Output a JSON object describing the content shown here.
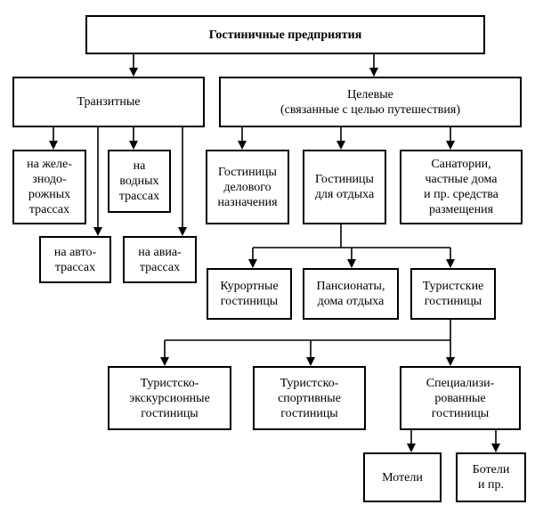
{
  "diagram": {
    "root": "Гостиничные предприятия",
    "transit": {
      "label": "Транзитные",
      "rail": "на желе-\nзнодо-\nрожных\nтрассах",
      "water": "на\nводных\nтрассах",
      "auto": "на авто-\nтрассах",
      "air": "на авиа-\nтрассах"
    },
    "target": {
      "label": "Целевые\n(связанные с целью путешествия)",
      "business": "Гостиницы\nделового\nназначения",
      "leisure": "Гостиницы\nдля отдыха",
      "sanatoria": "Санатории,\nчастные дома\nи пр. средства\nразмещения"
    },
    "leisure_children": {
      "resort": "Курортные\nгостиницы",
      "pensions": "Пансионаты,\nдома отдыха",
      "tourist": "Туристские\nгостиницы"
    },
    "tourist_children": {
      "excursion": "Туристско-\nэкскурсионные\nгостиницы",
      "sport": "Туристско-\nспортивные\nгостиницы",
      "special": "Специализи-\nрованные\nгостиницы"
    },
    "special_children": {
      "motels": "Мотели",
      "boatels": "Ботели\nи пр."
    }
  }
}
